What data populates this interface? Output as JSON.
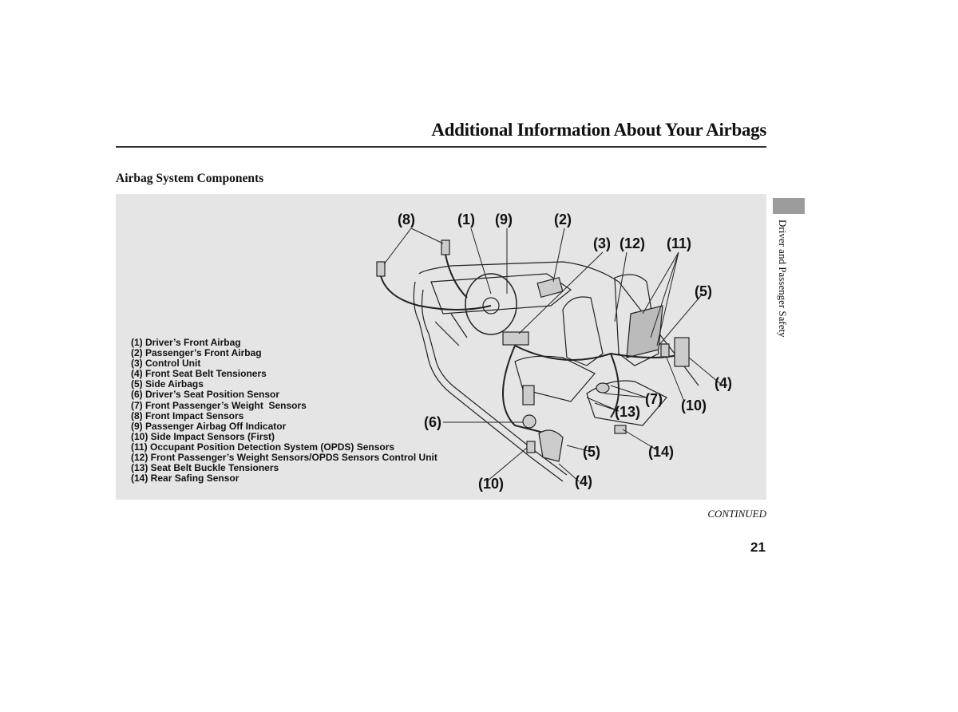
{
  "header": {
    "title": "Additional Information About Your Airbags"
  },
  "section": {
    "title": "Airbag System Components"
  },
  "legend": [
    "(1) Driver’s Front Airbag",
    "(2) Passenger’s Front Airbag",
    "(3) Control Unit",
    "(4) Front Seat Belt Tensioners",
    "(5) Side Airbags",
    "(6) Driver’s Seat Position Sensor",
    "(7) Front Passenger’s Weight  Sensors",
    "(8) Front Impact Sensors",
    "(9) Passenger Airbag Off Indicator",
    "(10) Side Impact Sensors (First)",
    "(11) Occupant Position Detection System (OPDS) Sensors",
    "(12) Front Passenger’s Weight Sensors/OPDS Sensors Control Unit",
    "(13) Seat Belt Buckle Tensioners",
    "(14) Rear Safing Sensor"
  ],
  "callouts": [
    "(8)",
    "(1)",
    "(9)",
    "(2)",
    "(3)",
    "(12)",
    "(11)",
    "(5)",
    "(4)",
    "(7)",
    "(10)",
    "(13)",
    "(6)",
    "(5)",
    "(14)",
    "(10)",
    "(4)"
  ],
  "side_tab": "Driver and Passenger Safety",
  "continued": "CONTINUED",
  "page_number": "21"
}
